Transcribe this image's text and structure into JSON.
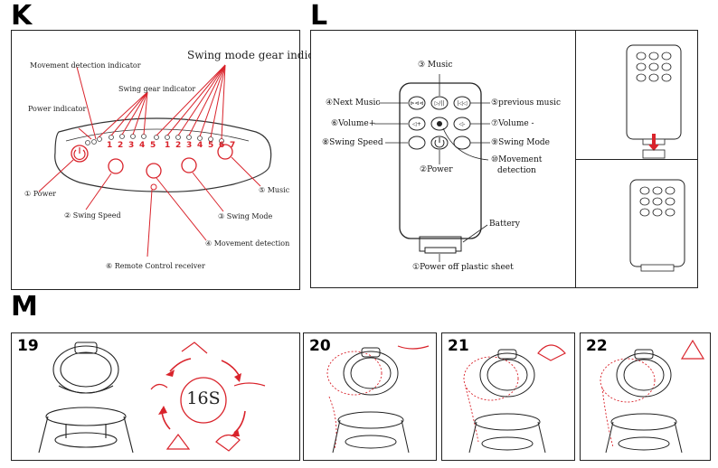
{
  "sections": {
    "k": "K",
    "l": "L",
    "m": "M"
  },
  "panel_k": {
    "swing_mode_gear_indicator": "Swing mode gear indicator",
    "movement_detection_indicator": "Movement detection indicator",
    "swing_gear_indicator": "Swing gear indicator",
    "power_indicator": "Power indicator",
    "gear_numbers": [
      "1",
      "2",
      "3",
      "4",
      "5",
      "1",
      "2",
      "3",
      "4",
      "5",
      "6",
      "7"
    ],
    "callouts": {
      "power": "① Power",
      "swing_speed": "② Swing Speed",
      "swing_mode": "③ Swing Mode",
      "movement_detection": "④ Movement detection",
      "music": "⑤ Music",
      "remote_receiver": "⑥ Remote Control receiver"
    }
  },
  "panel_l": {
    "music": "③ Music",
    "next_music": "④Next Music",
    "previous_music": "⑤previous music",
    "volume_plus": "⑥Volume+",
    "volume_minus": "⑦Volume -",
    "swing_speed": "⑧Swing Speed",
    "swing_mode": "⑨Swing Mode",
    "power": "②Power",
    "movement_detection_line1": "⑩Movement",
    "movement_detection_line2": "detection",
    "battery": "Battery",
    "power_off_sheet": "①Power off plastic sheet"
  },
  "panel_m": {
    "steps": [
      "19",
      "20",
      "21",
      "22"
    ],
    "timer": "16S"
  },
  "colors": {
    "accent": "#d9232b",
    "line": "#222222"
  }
}
